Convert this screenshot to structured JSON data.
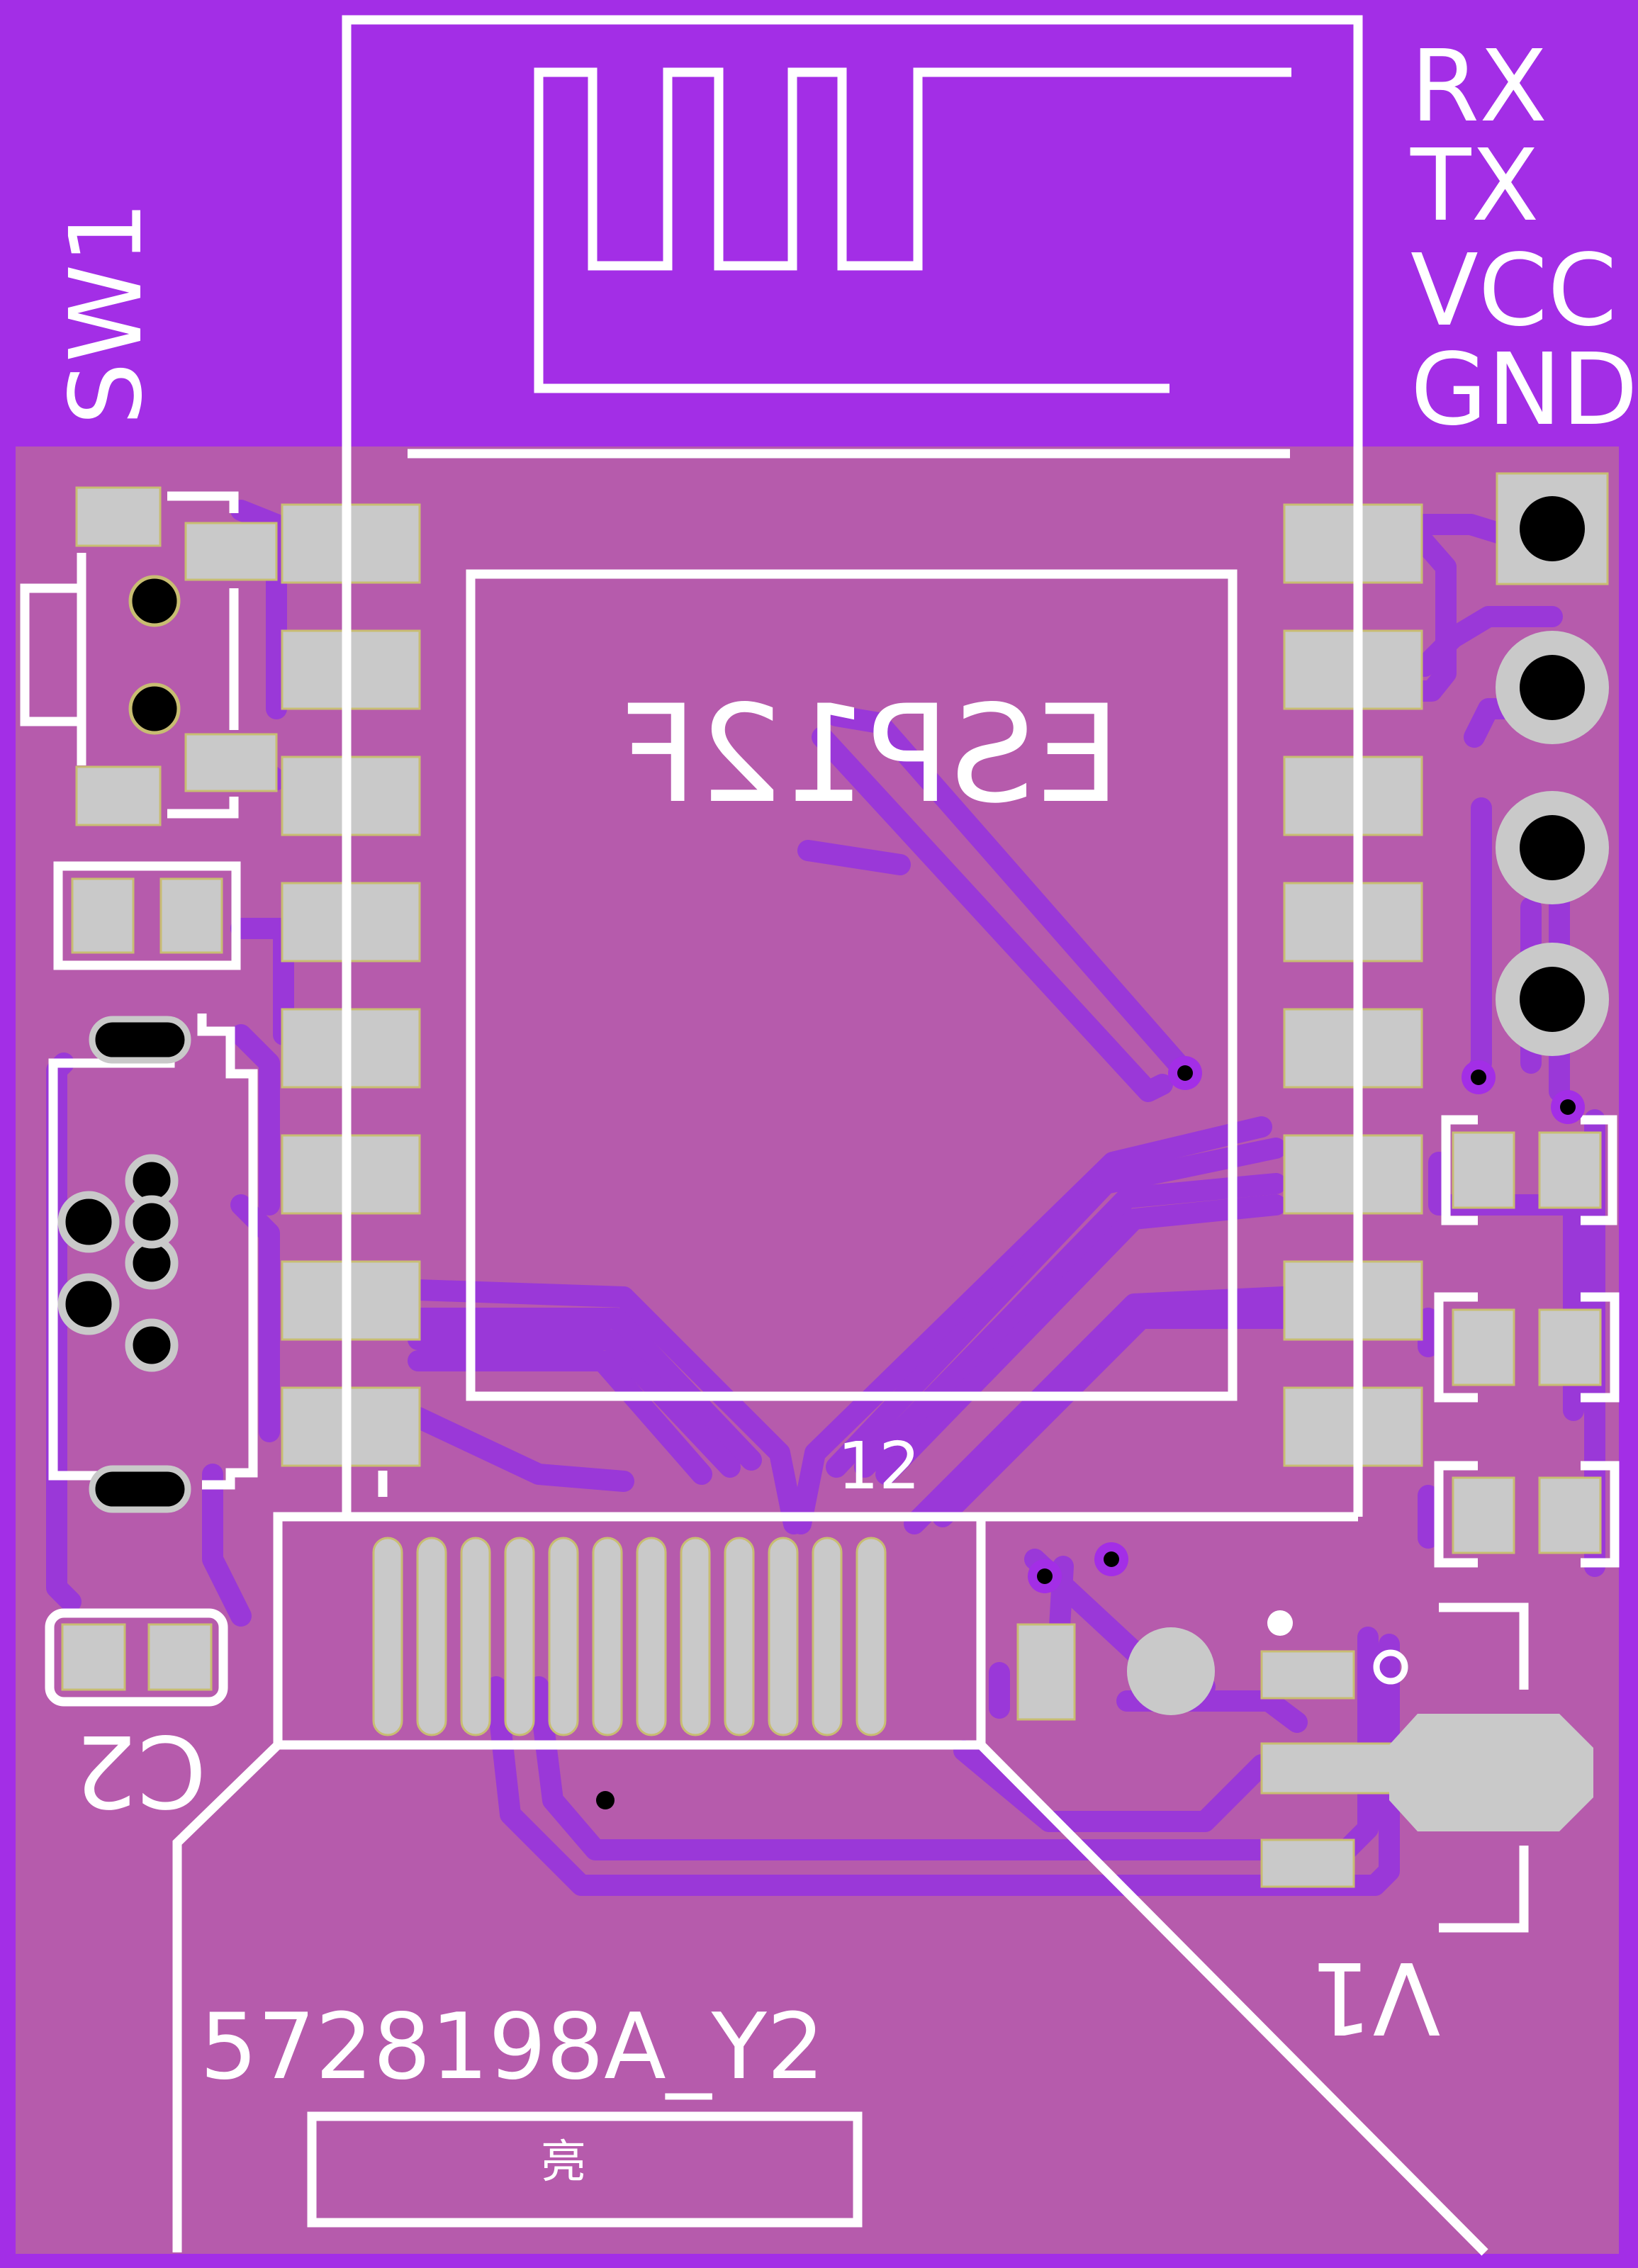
{
  "board": {
    "colors": {
      "edge": "#a32ee6",
      "copper_pour": "#b65bac",
      "trace": "#9a38d8",
      "silkscreen": "#ffffff",
      "pad": "#c9c9c9",
      "hole": "#000000"
    },
    "labels": {
      "sw1": "SW1",
      "rx": "RX",
      "tx": "TX",
      "vcc": "VCC",
      "gnd": "GND",
      "module": "ESP12F",
      "pin_count": "12",
      "c2": "C2",
      "v1": "V1",
      "part_number": "5728198A_Y2",
      "fab_box_char": "亮"
    },
    "icons": {
      "antenna": "pcb-meander-antenna-icon",
      "via": "via-icon",
      "header_pin": "through-hole-pad-icon",
      "usb": "micro-usb-connector-icon"
    }
  }
}
